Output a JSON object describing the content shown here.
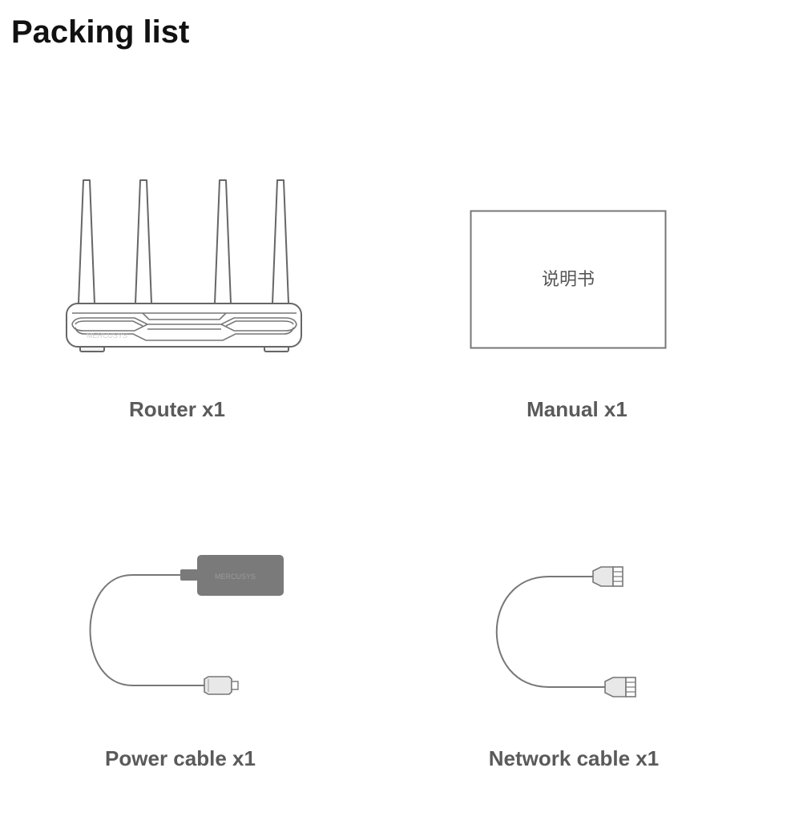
{
  "page": {
    "title": "Packing list"
  },
  "items": {
    "router": {
      "label": "Router x1",
      "icon": "router-icon"
    },
    "manual": {
      "label": "Manual x1",
      "icon": "manual-icon",
      "cover_text": "说明书"
    },
    "power_cable": {
      "label": "Power cable x1",
      "icon": "power-adapter-icon"
    },
    "network_cable": {
      "label": "Network cable x1",
      "icon": "network-cable-icon"
    }
  },
  "colors": {
    "title": "#111111",
    "label": "#5a5a5a",
    "line_art": "#666666",
    "adapter_fill": "#7a7a7a"
  }
}
